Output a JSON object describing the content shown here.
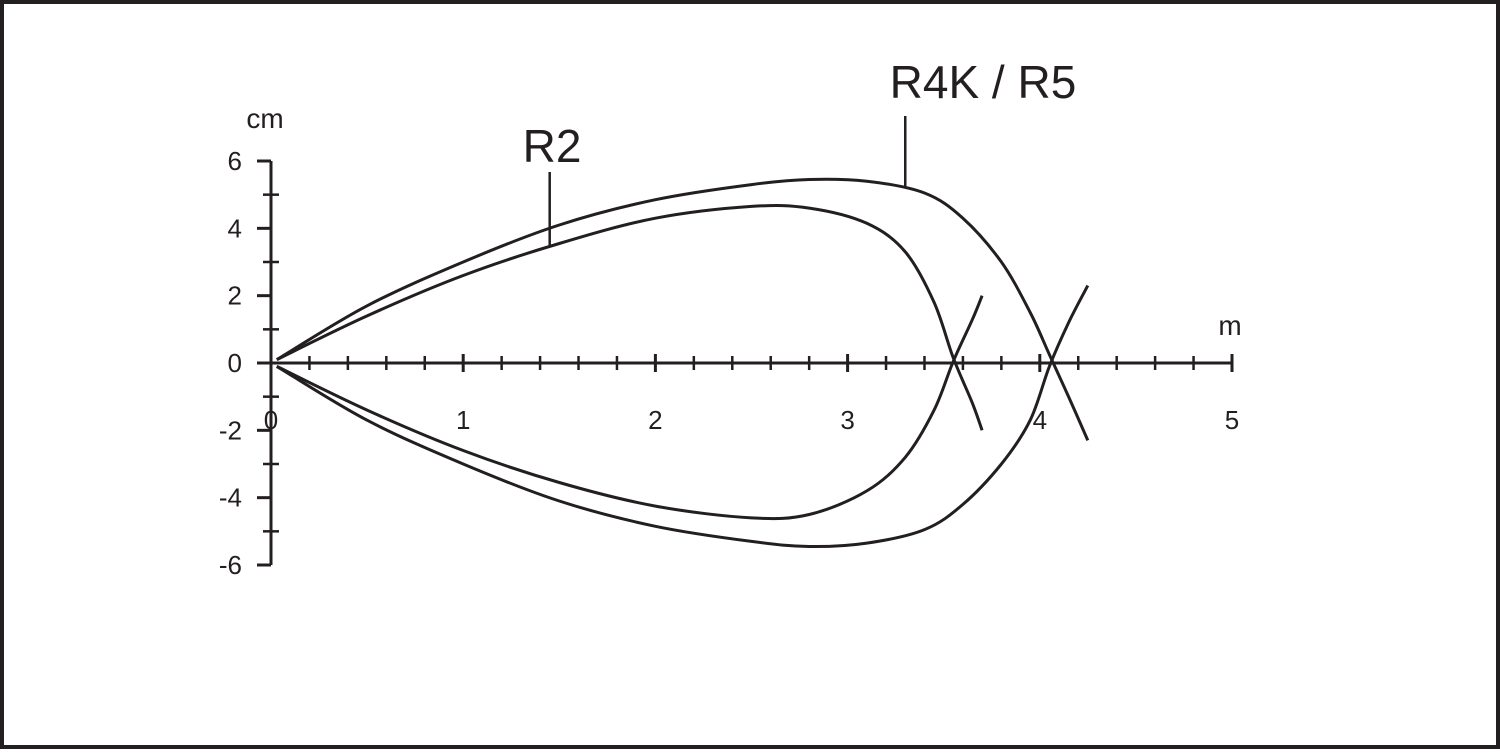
{
  "chart_data": {
    "type": "line",
    "title": "",
    "xlabel": "m",
    "ylabel": "cm",
    "xlim": [
      0,
      5
    ],
    "ylim": [
      -6,
      6
    ],
    "x_ticks": [
      "0",
      "1",
      "2",
      "3",
      "4",
      "5"
    ],
    "y_ticks": [
      "6",
      "4",
      "2",
      "0",
      "-2",
      "-4",
      "-6"
    ],
    "grid": false,
    "legend": "none",
    "line_color": "#231f20",
    "series": [
      {
        "name": "R2",
        "upper": [
          [
            0.03,
            0.1
          ],
          [
            0.5,
            1.4
          ],
          [
            1,
            2.6
          ],
          [
            1.5,
            3.55
          ],
          [
            2,
            4.3
          ],
          [
            2.5,
            4.65
          ],
          [
            2.8,
            4.6
          ],
          [
            3.1,
            4.15
          ],
          [
            3.3,
            3.3
          ],
          [
            3.45,
            1.8
          ],
          [
            3.55,
            0.15
          ],
          [
            3.65,
            -1.2
          ],
          [
            3.7,
            -2.0
          ]
        ],
        "lower": [
          [
            0.03,
            -0.1
          ],
          [
            0.5,
            -1.4
          ],
          [
            1,
            -2.6
          ],
          [
            1.5,
            -3.55
          ],
          [
            2,
            -4.25
          ],
          [
            2.5,
            -4.6
          ],
          [
            2.8,
            -4.5
          ],
          [
            3.1,
            -3.8
          ],
          [
            3.3,
            -2.8
          ],
          [
            3.45,
            -1.4
          ],
          [
            3.55,
            0.05
          ],
          [
            3.65,
            1.3
          ],
          [
            3.7,
            2.0
          ]
        ]
      },
      {
        "name": "R4K / R5",
        "upper": [
          [
            0.03,
            0.1
          ],
          [
            0.5,
            1.7
          ],
          [
            1,
            3.0
          ],
          [
            1.5,
            4.1
          ],
          [
            2,
            4.85
          ],
          [
            2.5,
            5.3
          ],
          [
            2.8,
            5.45
          ],
          [
            3.1,
            5.4
          ],
          [
            3.4,
            5.05
          ],
          [
            3.6,
            4.3
          ],
          [
            3.8,
            3.0
          ],
          [
            3.95,
            1.5
          ],
          [
            4.05,
            0.25
          ],
          [
            4.15,
            -1.0
          ],
          [
            4.25,
            -2.3
          ]
        ],
        "lower": [
          [
            0.03,
            -0.1
          ],
          [
            0.5,
            -1.7
          ],
          [
            1,
            -3.0
          ],
          [
            1.5,
            -4.1
          ],
          [
            2,
            -4.85
          ],
          [
            2.5,
            -5.3
          ],
          [
            2.8,
            -5.45
          ],
          [
            3.1,
            -5.35
          ],
          [
            3.4,
            -4.95
          ],
          [
            3.6,
            -4.2
          ],
          [
            3.8,
            -3.0
          ],
          [
            3.95,
            -1.7
          ],
          [
            4.05,
            -0.1
          ],
          [
            4.15,
            1.2
          ],
          [
            4.25,
            2.3
          ]
        ]
      }
    ],
    "annotations": [
      {
        "text": "R2",
        "series": "R2",
        "point": [
          1.45,
          3.5
        ]
      },
      {
        "text": "R4K / R5",
        "series": "R4K / R5",
        "point": [
          3.3,
          5.2
        ]
      }
    ]
  }
}
